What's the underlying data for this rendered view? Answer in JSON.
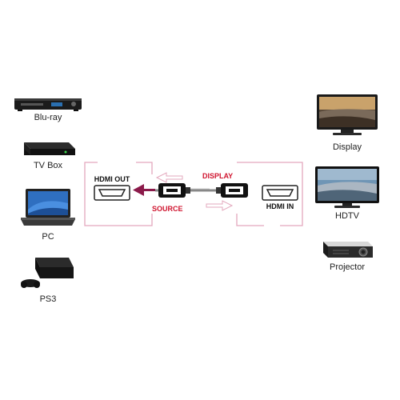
{
  "sources": [
    {
      "label": "Blu-ray",
      "icon": "blu-ray-player-icon"
    },
    {
      "label": "TV Box",
      "icon": "tv-box-icon"
    },
    {
      "label": "PC",
      "icon": "laptop-icon"
    },
    {
      "label": "PS3",
      "icon": "ps3-console-icon"
    }
  ],
  "destinations": [
    {
      "label": "Display",
      "icon": "monitor-icon"
    },
    {
      "label": "HDTV",
      "icon": "hdtv-icon"
    },
    {
      "label": "Projector",
      "icon": "projector-icon"
    }
  ],
  "cable": {
    "left_port_label": "HDMI OUT",
    "right_port_label": "HDMI IN",
    "source_label": "SOURCE",
    "display_label": "DISPLAY"
  },
  "colors": {
    "accent_red": "#d0152f",
    "frame_pink": "#e3a8bd",
    "arrow_purple": "#8b1a4a"
  }
}
